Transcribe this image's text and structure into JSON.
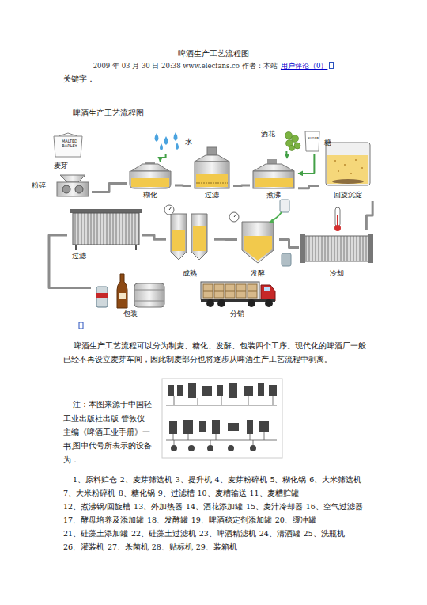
{
  "diagram": {
    "title": "啤酒生产工艺流程图",
    "nodes": [
      {
        "text": [
          "MALTED BARLEY",
          "麦芽"
        ]
      },
      {
        "text": [
          "粉碎"
        ]
      },
      {
        "text": [
          "水"
        ]
      },
      {
        "text": [
          "糊化"
        ]
      },
      {
        "text": [
          "过滤"
        ]
      },
      {
        "text": [
          "酒花"
        ]
      },
      {
        "text": [
          "SUGAR",
          "糖"
        ]
      },
      {
        "text": [
          "煮沸"
        ]
      },
      {
        "text": [
          "回旋沉淀"
        ]
      },
      {
        "text": [
          "过滤"
        ]
      },
      {
        "text": [
          "成熟"
        ]
      },
      {
        "text": [
          "发酵"
        ]
      },
      {
        "text": [
          "冷却"
        ]
      },
      {
        "text": [
          "包装"
        ]
      },
      {
        "text": [
          "分销"
        ]
      }
    ],
    "edges": [
      {
        "from": 1,
        "to": 3,
        "arrow": "none"
      },
      {
        "from": 2,
        "to": 3,
        "arrow": "to"
      },
      {
        "from": 3,
        "to": 4,
        "arrow": "none"
      },
      {
        "from": 4,
        "to": 7,
        "arrow": "none"
      },
      {
        "from": 5,
        "to": 7,
        "arrow": "to"
      },
      {
        "from": 6,
        "to": 7,
        "arrow": "to"
      },
      {
        "from": 7,
        "to": 8,
        "arrow": "none"
      },
      {
        "from": 8,
        "to": 12,
        "arrow": "none"
      },
      {
        "from": 12,
        "to": 11,
        "arrow": "none"
      },
      {
        "from": 11,
        "to": 10,
        "arrow": "none"
      },
      {
        "from": 10,
        "to": 9,
        "arrow": "none"
      },
      {
        "from": 9,
        "to": 13,
        "arrow": "none"
      }
    ],
    "labels": [
      "2009 年 03 月 30 日 20:38 www.elecfans.co 作者：本站",
      "用户评论（0）",
      "关键字：",
      "啤酒生产工艺流程图",
      "啤酒生产工艺流程可以分为制麦、糖化、发酵、包装四个工序。现代化的啤酒厂一般已经不再设立麦芽车间，因此制麦部分也将逐步从啤酒生产工艺流程中剥离。",
      "注：本图来源于中国轻工业出版社出版 管敦仪主编《啤酒工业手册》一书。",
      "图中代号所表示的设备为：",
      "1、原料贮仓",
      "2、麦芽筛选机",
      "3、提升机",
      "4、麦芽粉碎机",
      "5、糊化锅",
      "6、大米筛选机",
      "7、大米粉碎机",
      "8、糖化锅",
      "9、过滤槽",
      "10、麦糟输送",
      "11、麦糟贮罐",
      "12、煮沸锅/回旋槽",
      "13、外加热器",
      "14、酒花添加罐",
      "15、麦汁冷却器",
      "16、空气过滤器",
      "17、酵母培养及添加罐",
      "18、发酵罐",
      "19、啤酒稳定剂添加罐",
      "20、缓冲罐",
      "21、硅藻土添加罐",
      "22、硅藻土过滤机",
      "23、啤酒精滤机",
      "24、清酒罐",
      "25、洗瓶机",
      "26、灌装机",
      "27、杀菌机",
      "28、贴标机",
      "29、装箱机"
    ]
  }
}
